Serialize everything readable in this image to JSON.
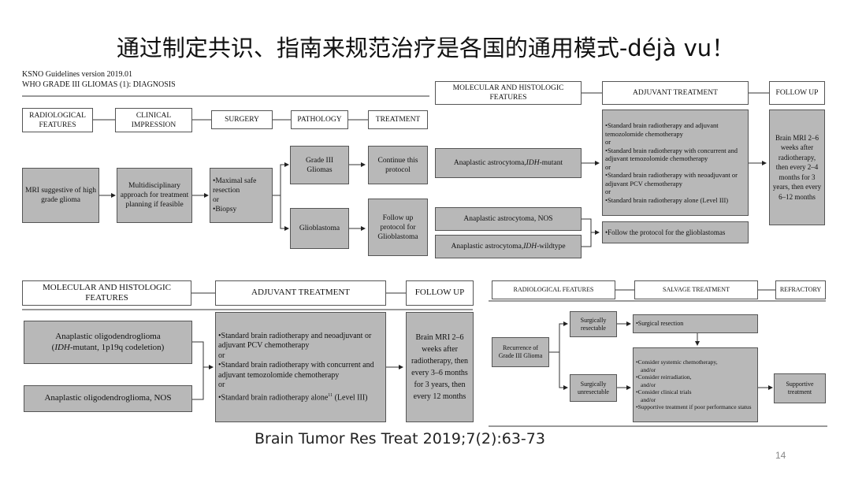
{
  "slide": {
    "title": "通过制定共识、指南来规范治疗是各国的通用模式-déjà vu！",
    "citation": "Brain Tumor Res Treat 2019;7(2):63-73",
    "page_number": "14"
  },
  "panel1": {
    "version": "KSNO Guidelines version 2019.01",
    "heading": "WHO GRADE III GLIOMAS (1): DIAGNOSIS",
    "headers": {
      "radiological": "RADIOLOGICAL FEATURES",
      "clinical": "CLINICAL IMPRESSION",
      "surgery": "SURGERY",
      "pathology": "PATHOLOGY",
      "treatment": "TREATMENT"
    },
    "mri": "MRI suggestive of high grade glioma",
    "multidisciplinary": "Multidisciplinary approach for treatment planning if feasible",
    "surgery": {
      "line1": "•Maximal safe resection",
      "line2": "or",
      "line3": "•Biopsy"
    },
    "grade3": "Grade III Gliomas",
    "glioblastoma": "Glioblastoma",
    "continue": "Continue this protocol",
    "followup_gbm": "Follow up protocol for Glioblastoma"
  },
  "panel2": {
    "headers": {
      "molecular": "MOLECULAR AND HISTOLOGIC FEATURES",
      "adjuvant": "ADJUVANT TREATMENT",
      "follow_up": "FOLLOW UP"
    },
    "idh_mutant": {
      "pre": "Anaplastic astrocytoma, ",
      "italic": "IDH",
      "post": "-mutant"
    },
    "nos": "Anaplastic astrocytoma, NOS",
    "idh_wildtype": {
      "pre": "Anaplastic astrocytoma, ",
      "italic": "IDH",
      "post": "-wildtype"
    },
    "adjuvant_lines": [
      "•Standard brain radiotherapy and adjuvant temozolomide chemotherapy",
      "or",
      "•Standard brain radiotherapy with concurrent and adjuvant temozolomide chemotherapy",
      "or",
      "•Standard brain radiotherapy with neoadjuvant or adjuvant PCV chemotherapy",
      "or",
      "•Standard brain radiotherapy alone (Level III)"
    ],
    "follow_protocol": "•Follow the protocol for the glioblastomas",
    "follow_up_text": "Brain MRI 2–6 weeks after radiotherapy, then every 2–4 months for 3 years, then every 6–12 months"
  },
  "panel3": {
    "headers": {
      "molecular": "MOLECULAR AND HISTOLOGIC FEATURES",
      "adjuvant": "ADJUVANT TREATMENT",
      "follow_up": "FOLLOW UP"
    },
    "oligo_codeleted": {
      "line1": "Anaplastic oligodendroglioma",
      "open": "(",
      "italic": "IDH",
      "rest": "-mutant, 1p19q codeletion)"
    },
    "oligo_nos": "Anaplastic oligodendroglioma, NOS",
    "adjuvant_lines": [
      "•Standard brain radiotherapy and neoadjuvant or adjuvant PCV chemotherapy",
      "or",
      "•Standard brain radiotherapy with concurrent and adjuvant temozolomide chemotherapy",
      "or"
    ],
    "last_line": {
      "pre": "•Standard brain radiotherapy alone",
      "sup": "11",
      "post": " (Level III)"
    },
    "follow_up_text": "Brain MRI 2–6 weeks after radiotherapy, then every 3–6 months for 3 years, then every 12 months"
  },
  "panel4": {
    "headers": {
      "radiological": "RADIOLOGICAL FEATURES",
      "salvage": "SALVAGE TREATMENT",
      "refractory": "REFRACTORY"
    },
    "recurrence": "Recurrence of Grade III Glioma",
    "resectable": "Surgically resectable",
    "unresectable": "Surgically unresectable",
    "surgical_resection": "•Surgical resection",
    "options": [
      "•Consider systemic chemotherapy,",
      "and/or",
      "•Consider reirradiation,",
      "and/or",
      "•Consider clinical trials",
      "and/or",
      "•Supportive treatment if poor performance status"
    ],
    "supportive": "Supportive treatment"
  }
}
